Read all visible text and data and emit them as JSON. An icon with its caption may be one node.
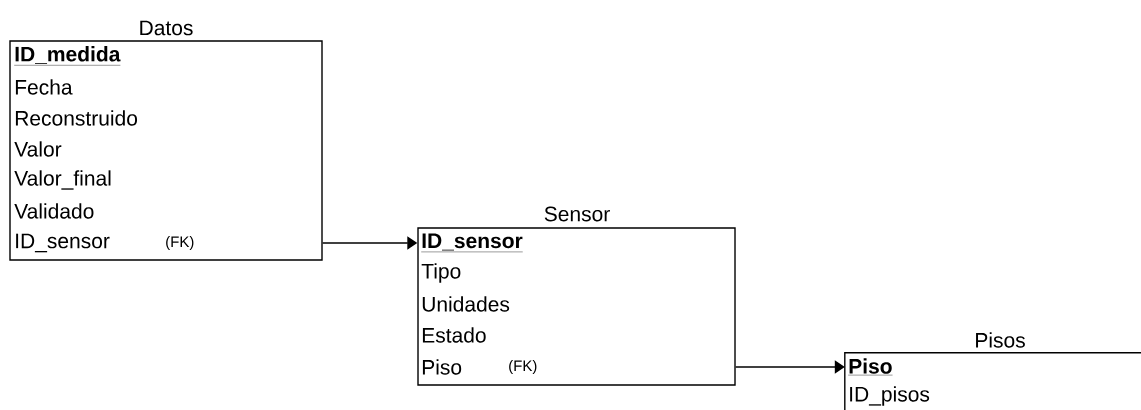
{
  "diagram": {
    "nodes": [
      {
        "text": [
          "Datos",
          "ID_medida",
          "Fecha",
          "Reconstruido",
          "Valor",
          "Valor_final",
          "Validado",
          "ID_sensor",
          "(FK)"
        ]
      },
      {
        "text": [
          "Sensor",
          "ID_sensor",
          "Tipo",
          "Unidades",
          "Estado",
          "Piso",
          "(FK)"
        ]
      },
      {
        "text": [
          "Pisos",
          "Piso",
          "ID_pisos"
        ]
      }
    ],
    "edges": [
      {
        "from": 0,
        "to": 1,
        "arrow": "to"
      },
      {
        "from": 1,
        "to": 2,
        "arrow": "to"
      }
    ]
  }
}
